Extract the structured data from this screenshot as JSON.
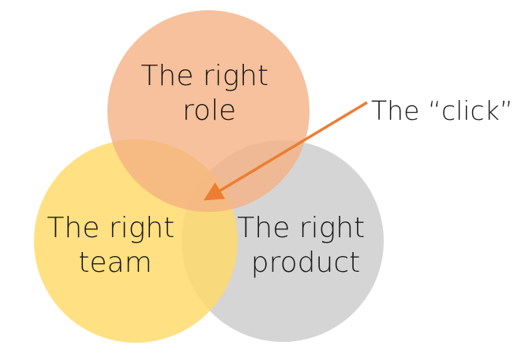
{
  "diagram": {
    "circles": [
      {
        "id": "role",
        "lines": [
          "The right",
          "role"
        ],
        "color": "#f4b183"
      },
      {
        "id": "team",
        "lines": [
          "The right",
          "team"
        ],
        "color": "#ffd966"
      },
      {
        "id": "product",
        "lines": [
          "The right",
          "product"
        ],
        "color": "#c9c9c9"
      }
    ],
    "annotation": {
      "text": "The “click”",
      "arrow_color": "#ed7d31"
    }
  }
}
